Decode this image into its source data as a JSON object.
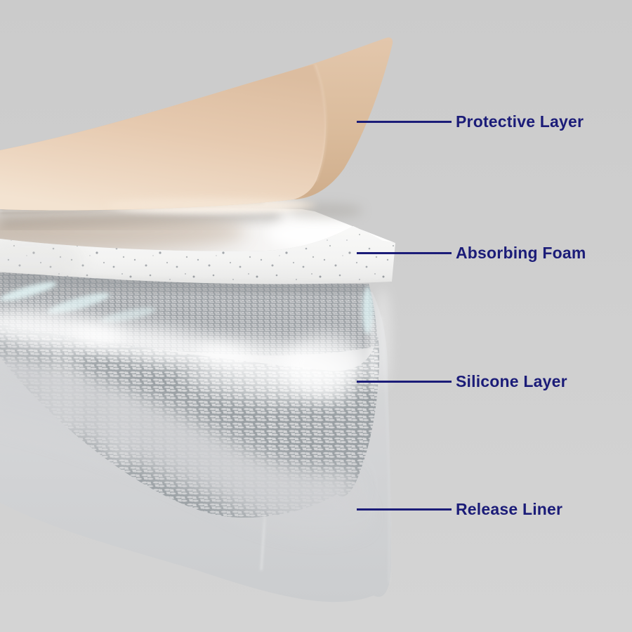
{
  "diagram": {
    "subject": "wound-dressing-layer-diagram",
    "labels": [
      {
        "id": "protective-layer",
        "text": "Protective Layer"
      },
      {
        "id": "absorbing-foam",
        "text": "Absorbing Foam"
      },
      {
        "id": "silicone-layer",
        "text": "Silicone Layer"
      },
      {
        "id": "release-liner",
        "text": "Release Liner"
      }
    ]
  },
  "colors": {
    "annotation": "#1b1c78",
    "background": "#cfcfcf",
    "protective_layer": "#e6cab0",
    "protective_layer_underside": "#d9b998",
    "absorbing_foam": "#f6f6f5",
    "foam_speckle": "#757b82",
    "silicone_mesh": "#9aa0a4",
    "release_liner": "#d3d4d6"
  }
}
